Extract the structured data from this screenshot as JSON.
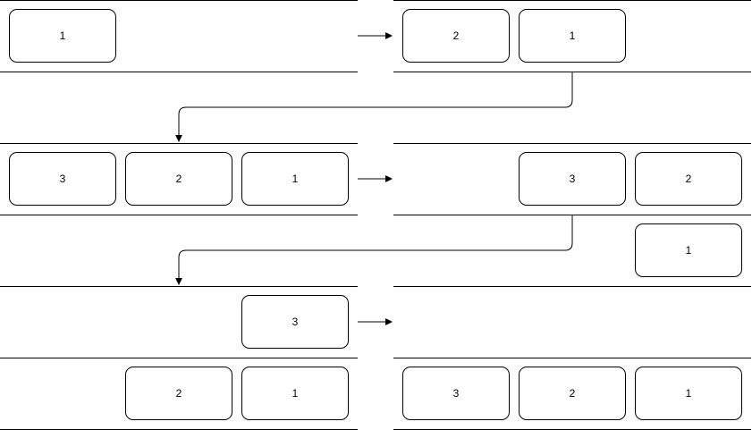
{
  "panels": [
    {
      "id": "p1",
      "slots": [
        "1",
        null,
        null,
        null,
        null,
        null
      ]
    },
    {
      "id": "p2",
      "slots": [
        "2",
        "1",
        null,
        null,
        null,
        null
      ]
    },
    {
      "id": "p3",
      "slots": [
        "3",
        "2",
        "1",
        null,
        null,
        null
      ]
    },
    {
      "id": "p4",
      "slots": [
        "3",
        "2",
        null,
        null,
        null,
        "1"
      ]
    },
    {
      "id": "p5",
      "slots": [
        null,
        null,
        "3",
        null,
        "2",
        "1"
      ]
    },
    {
      "id": "p6",
      "slots": [
        null,
        null,
        null,
        "3",
        "2",
        "1"
      ]
    }
  ],
  "colors": {
    "stroke": "#000000",
    "background": "#ffffff"
  }
}
